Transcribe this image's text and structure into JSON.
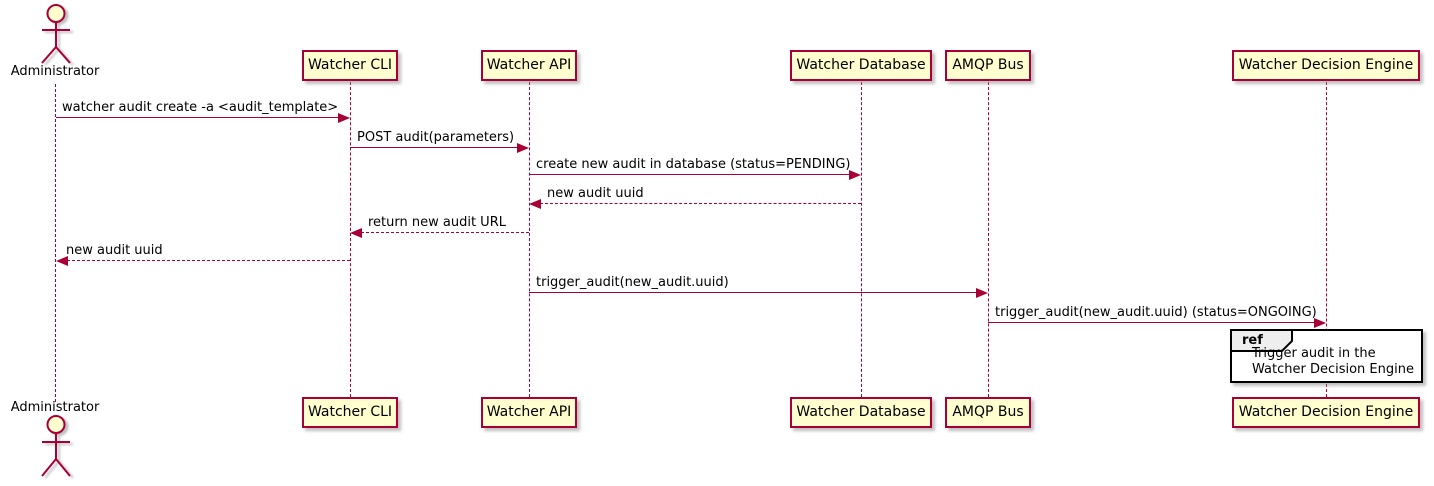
{
  "diagram": {
    "type": "plantuml-sequence",
    "actor": {
      "label": "Administrator"
    },
    "participants": [
      {
        "label": "Watcher CLI"
      },
      {
        "label": "Watcher API"
      },
      {
        "label": "Watcher Database"
      },
      {
        "label": "AMQP Bus"
      },
      {
        "label": "Watcher Decision Engine"
      }
    ],
    "messages": [
      {
        "from": "Administrator",
        "to": "Watcher CLI",
        "text": "watcher audit create -a <audit_template>",
        "line": "solid",
        "direction": "right"
      },
      {
        "from": "Watcher CLI",
        "to": "Watcher API",
        "text": "POST audit(parameters)",
        "line": "solid",
        "direction": "right"
      },
      {
        "from": "Watcher API",
        "to": "Watcher Database",
        "text": "create new audit in database (status=PENDING)",
        "line": "solid",
        "direction": "right"
      },
      {
        "from": "Watcher Database",
        "to": "Watcher API",
        "text": "new audit uuid",
        "line": "dashed",
        "direction": "left"
      },
      {
        "from": "Watcher API",
        "to": "Watcher CLI",
        "text": "return new audit URL",
        "line": "dashed",
        "direction": "left"
      },
      {
        "from": "Watcher CLI",
        "to": "Administrator",
        "text": "new audit uuid",
        "line": "dashed",
        "direction": "left"
      },
      {
        "from": "Watcher API",
        "to": "AMQP Bus",
        "text": "trigger_audit(new_audit.uuid)",
        "line": "solid",
        "direction": "right"
      },
      {
        "from": "AMQP Bus",
        "to": "Watcher Decision Engine",
        "text": "trigger_audit(new_audit.uuid) (status=ONGOING)",
        "line": "solid",
        "direction": "right"
      }
    ],
    "ref": {
      "keyword": "ref",
      "line1": "Trigger audit in the",
      "line2": "Watcher Decision Engine"
    },
    "colors": {
      "participant_fill": "#FEFECE",
      "participant_border": "#A80036",
      "line": "#A80036",
      "text": "#000000",
      "ref_border": "#000000",
      "ref_header_fill": "#EEEEEE",
      "background": "#FFFFFF"
    }
  }
}
